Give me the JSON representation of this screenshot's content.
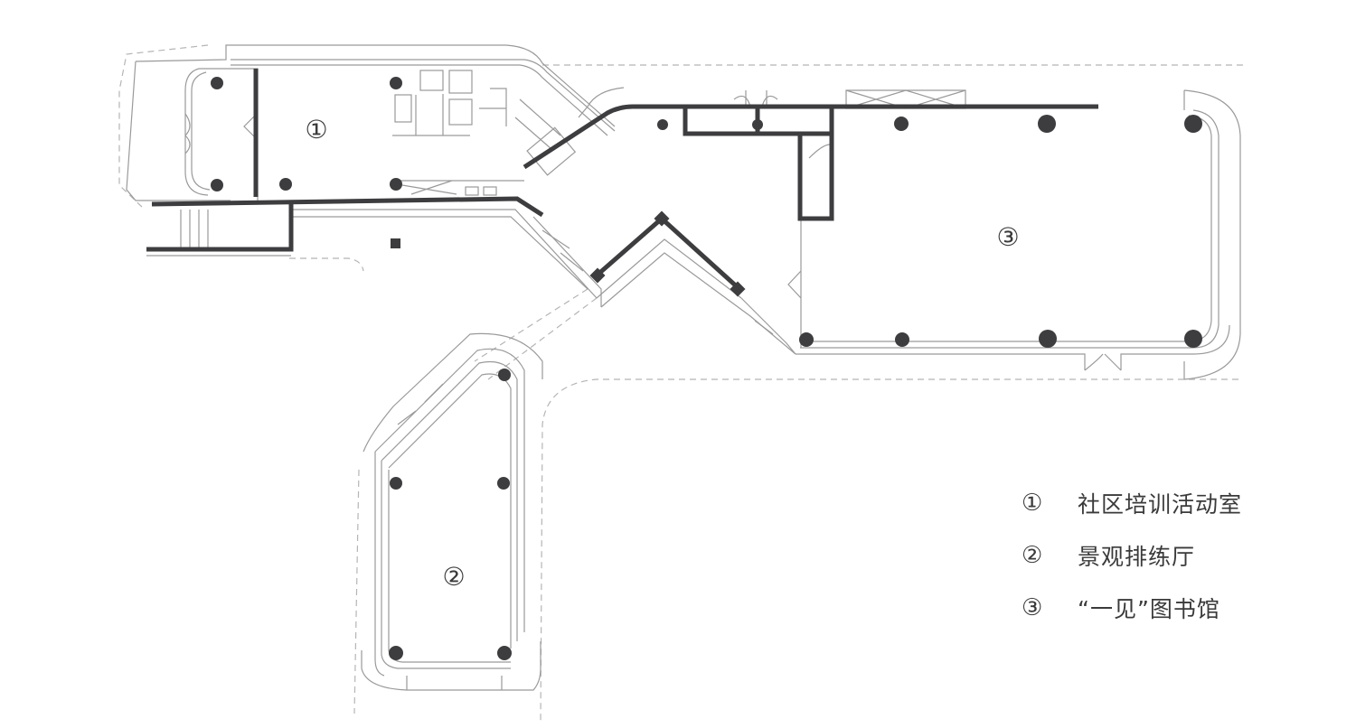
{
  "plan": {
    "colors": {
      "wall": "#3d3d3f",
      "line": "#9a9a9a",
      "dash": "#b5b5b5",
      "text": "#3a3a3a"
    },
    "room_markers": [
      {
        "id": "room-1",
        "marker": "①"
      },
      {
        "id": "room-2",
        "marker": "②"
      },
      {
        "id": "room-3",
        "marker": "③"
      }
    ]
  },
  "legend": [
    {
      "marker": "①",
      "name": "社区培训活动室"
    },
    {
      "marker": "②",
      "name": "景观排练厅"
    },
    {
      "marker": "③",
      "name": "“一见”图书馆"
    }
  ]
}
